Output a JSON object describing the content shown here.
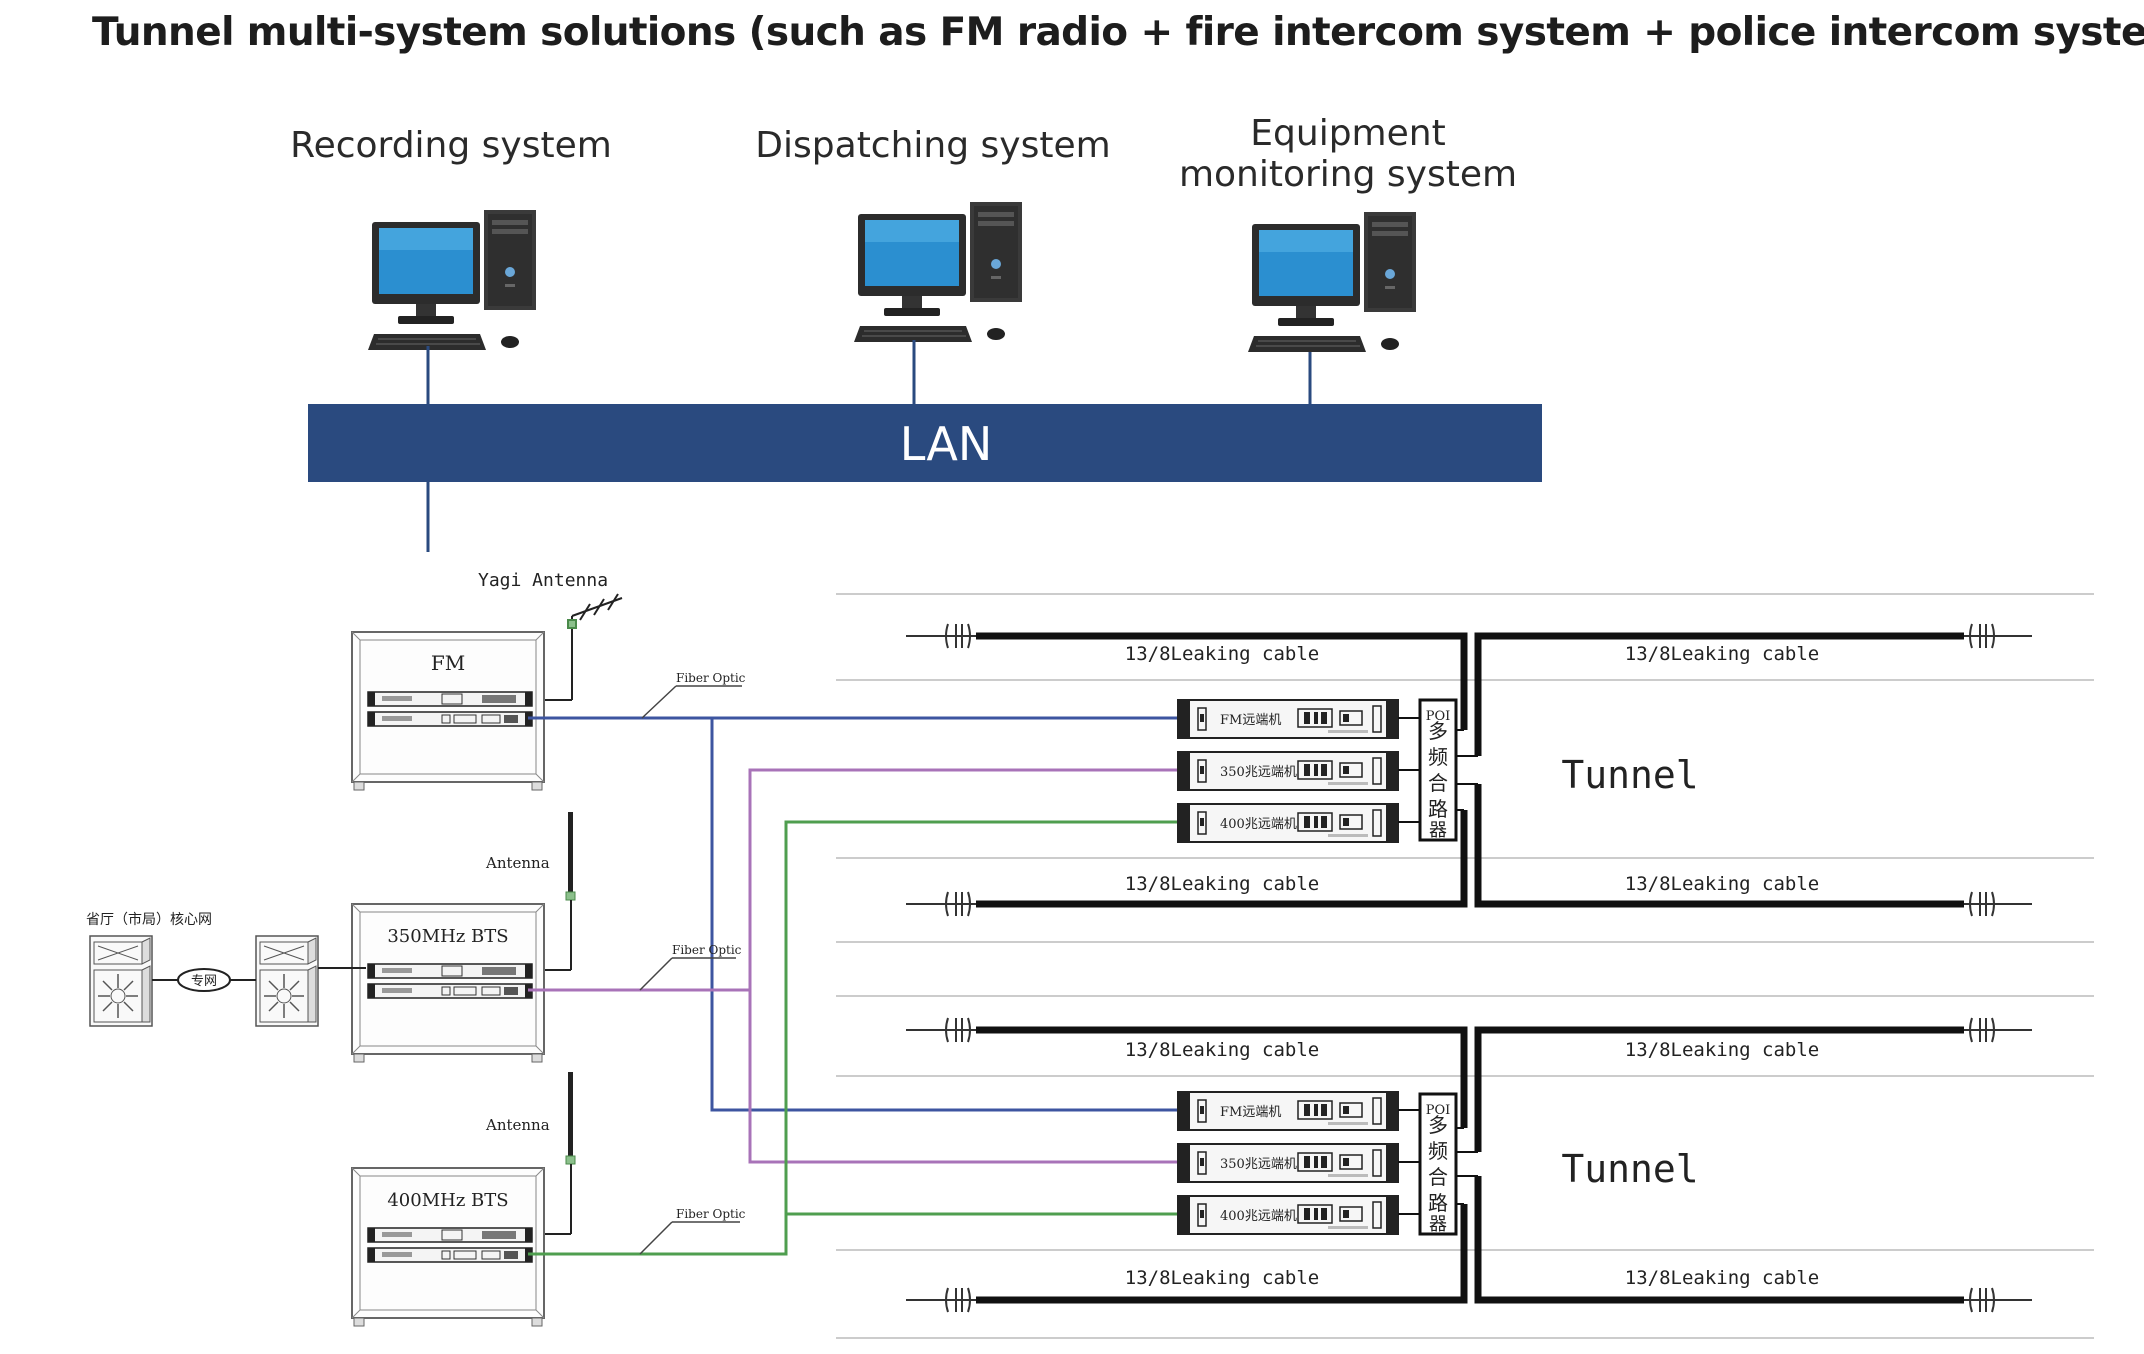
{
  "title": "Tunnel multi-system solutions (such as FM radio + fire intercom system + police intercom system)",
  "systems": {
    "recording": "Recording system",
    "dispatching": "Dispatching system",
    "monitoring_line1": "Equipment",
    "monitoring_line2": "monitoring system"
  },
  "lan_label": "LAN",
  "antennas": {
    "yagi": "Yagi Antenna",
    "antenna_350": "Antenna",
    "antenna_400": "Antenna"
  },
  "racks": {
    "fm": "FM",
    "bts350": "350MHz BTS",
    "bts400": "400MHz BTS"
  },
  "fiber_label": "Fiber Optic",
  "core_network": "省厅（市局）核心网",
  "private_net": "专网",
  "remote_units": [
    "FM远端机",
    "350兆远端机",
    "400兆远端机"
  ],
  "poi_label": "POI",
  "combiner_chars": [
    "多",
    "频",
    "合",
    "路",
    "器"
  ],
  "cable_label": "13/8Leaking cable",
  "tunnel_label": "Tunnel",
  "colors": {
    "lan": "#2a4a7f",
    "fm_fiber": "#3d55a0",
    "fiber_350": "#a873b8",
    "fiber_400": "#4f9e4f"
  }
}
